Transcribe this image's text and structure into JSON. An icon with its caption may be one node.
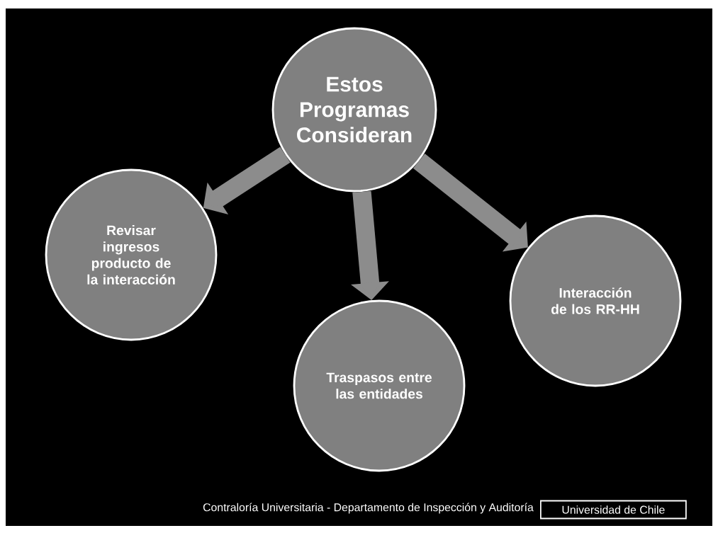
{
  "diagram": {
    "nodes": [
      {
        "text": [
          "Estos Programas Consideran"
        ]
      },
      {
        "text": [
          "Revisar ingresos producto de la interacción"
        ]
      },
      {
        "text": [
          "Traspasos entre las entidades"
        ]
      },
      {
        "text": [
          "Interacción de los RR-HH"
        ]
      }
    ],
    "edges": [
      {
        "from": 0,
        "to": 1,
        "arrow": "to"
      },
      {
        "from": 0,
        "to": 2,
        "arrow": "to"
      },
      {
        "from": 0,
        "to": 3,
        "arrow": "to"
      }
    ],
    "labels": [
      "Contraloría Universitaria - Departamento de Inspección y Auditoría",
      "Universidad de Chile"
    ]
  }
}
